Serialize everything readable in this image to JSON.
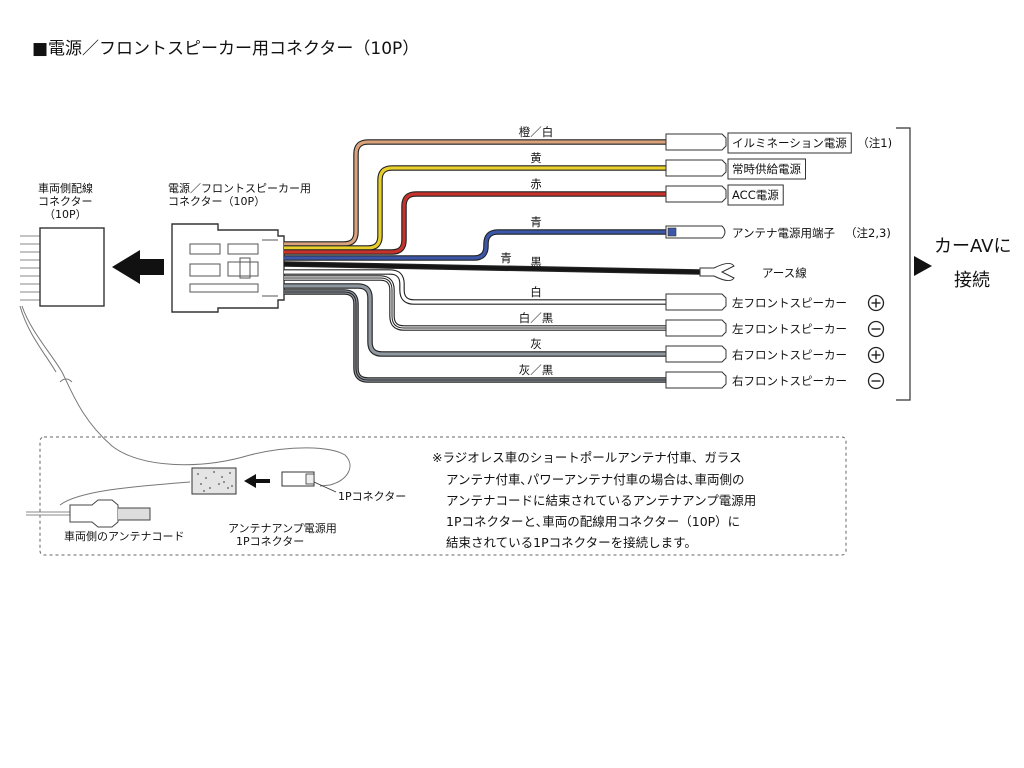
{
  "title": "■電源／フロントスピーカー用コネクター（10P）",
  "vehicle_connector": {
    "lines": [
      "車両側配線",
      "コネクター",
      "（10P）"
    ]
  },
  "product_connector": {
    "lines": [
      "電源／フロントスピーカー用",
      "コネクター（10P）"
    ]
  },
  "wires": [
    {
      "color_label": "橙／白",
      "terminal": "イルミネーション電源",
      "note": "（注1)",
      "boxed": true,
      "hex": "#d9a27c"
    },
    {
      "color_label": "黄",
      "terminal": "常時供給電源",
      "note": "",
      "boxed": true,
      "hex": "#e8cf2a"
    },
    {
      "color_label": "赤",
      "terminal": "ACC電源",
      "note": "",
      "boxed": true,
      "hex": "#c8322c"
    },
    {
      "color_label": "青",
      "terminal": "アンテナ電源用端子",
      "note": "（注2,3)",
      "boxed": false,
      "hex": "#3d57a8"
    },
    {
      "color_label": "黒",
      "terminal": "アース線",
      "note": "",
      "boxed": false,
      "hex": "#151515"
    },
    {
      "color_label": "白",
      "terminal": "左フロントスピーカー",
      "note": "",
      "boxed": false,
      "polarity": "+",
      "hex": "#ffffff"
    },
    {
      "color_label": "白／黒",
      "terminal": "左フロントスピーカー",
      "note": "",
      "boxed": false,
      "polarity": "−",
      "hex": "#ffffff"
    },
    {
      "color_label": "灰",
      "terminal": "右フロントスピーカー",
      "note": "",
      "boxed": false,
      "polarity": "+",
      "hex": "#8f97a0"
    },
    {
      "color_label": "灰／黒",
      "terminal": "右フロントスピーカー",
      "note": "",
      "boxed": false,
      "polarity": "−",
      "hex": "#8f97a0"
    }
  ],
  "blue_inner_label": "青",
  "polarity_symbols": {
    "plus": "+",
    "minus": "−"
  },
  "car_av": {
    "line1": "カーAVに",
    "line2": "接続"
  },
  "inset": {
    "antenna_cord_label": "車両側のアンテナコード",
    "amp_connector_label": [
      "アンテナアンプ電源用",
      "1Pコネクター"
    ],
    "one_p_label": "1Pコネクター",
    "note_lines": [
      "※ラジオレス車のショートポールアンテナ付車、ガラス",
      "アンテナ付車､パワーアンテナ付車の場合は､車両側の",
      "アンテナコードに結束されているアンテナアンプ電源用",
      "1Pコネクターと､車両の配線用コネクター（10P）に",
      "結束されている1Pコネクターを接続します。"
    ]
  }
}
